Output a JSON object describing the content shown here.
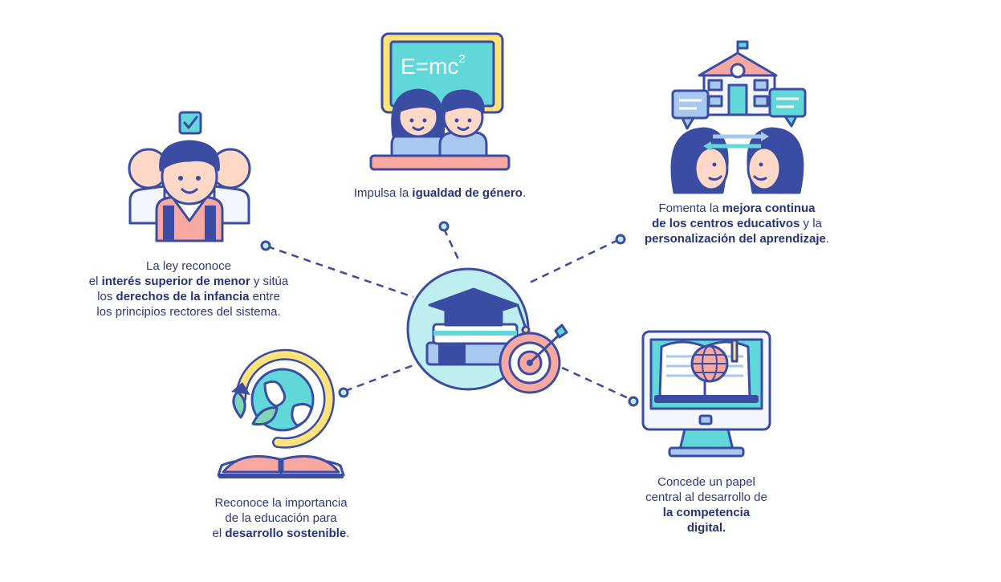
{
  "palette": {
    "navy": "#3a4da3",
    "dark_navy": "#2b3a86",
    "teal": "#62d7d9",
    "light_teal": "#bfeef0",
    "light_blue": "#a8c8f0",
    "peach": "#f7a8a1",
    "skin": "#ffd8c7",
    "yellow": "#ffe27a",
    "green": "#7fd6b7",
    "white": "#ffffff"
  },
  "icons": {
    "center": "graduation-cap-target-icon",
    "rights": "children-checkmark-icon",
    "gender": "students-blackboard-icon",
    "school": "school-dialogue-icon",
    "sustainable": "globe-book-icon",
    "digital": "monitor-book-icon"
  },
  "board_text": "E=mc",
  "board_sup": "2",
  "captions": {
    "rights": {
      "l1": "La ley reconoce",
      "l2a": "el ",
      "l2b": "interés superior de menor",
      "l2c": " y sitúa",
      "l3a": "los ",
      "l3b": "derechos de la infancia",
      "l3c": " entre",
      "l4": "los principios rectores del sistema."
    },
    "gender": {
      "a": "Impulsa la ",
      "b": "igualdad de género",
      "c": "."
    },
    "school": {
      "l1a": "Fomenta la ",
      "l1b": "mejora continua",
      "l2b": "de los centros educativos",
      "l2c": " y la",
      "l3b": "personalización del aprendizaje",
      "l3c": "."
    },
    "sustainable": {
      "l1": "Reconoce la importancia",
      "l2": "de la educación para",
      "l3a": "el ",
      "l3b": "desarrollo sostenible",
      "l3c": "."
    },
    "digital": {
      "l1": "Concede un papel",
      "l2": "central al desarrollo de",
      "l3b": "la competencia",
      "l4b": "digital."
    }
  }
}
